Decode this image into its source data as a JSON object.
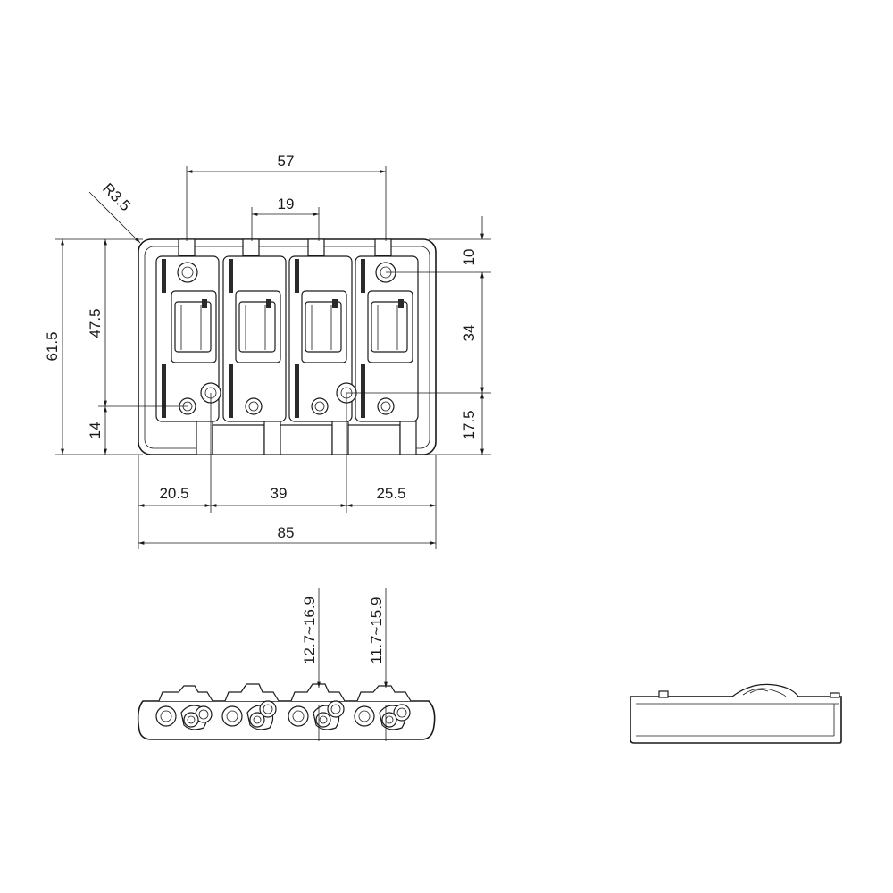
{
  "drawing": {
    "top_view": {
      "dim_57": "57",
      "dim_19": "19",
      "dim_r35": "R3.5",
      "dim_10": "10",
      "dim_34": "34",
      "dim_175": "17.5",
      "dim_615": "61.5",
      "dim_475": "47.5",
      "dim_14": "14",
      "dim_205": "20.5",
      "dim_39": "39",
      "dim_255": "25.5",
      "dim_85": "85"
    },
    "front_view": {
      "dim_height_1": "12.7~16.9",
      "dim_height_2": "11.7~15.9"
    }
  },
  "colors": {
    "line": "#1a1a1a",
    "background": "#ffffff"
  }
}
